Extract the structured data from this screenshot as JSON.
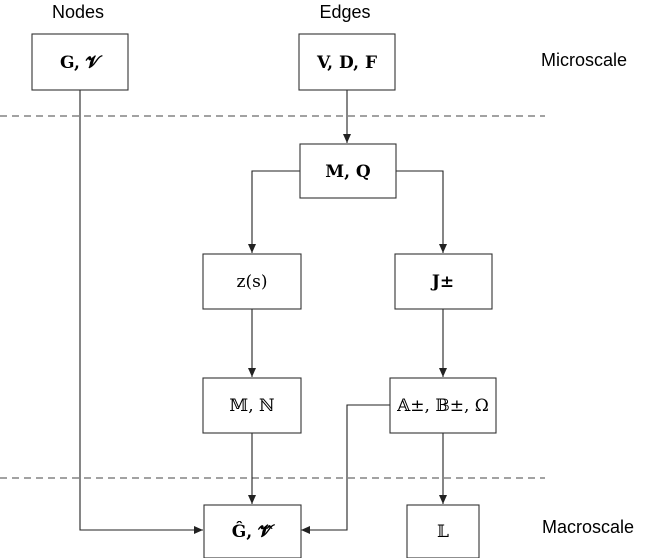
{
  "headers": {
    "nodes": "Nodes",
    "edges": "Edges"
  },
  "scales": {
    "micro": "Microscale",
    "macro": "Macroscale"
  },
  "boxes": {
    "g_v": "G, 𝓥",
    "v_d_f": "V, D, F",
    "m_q": "M, Q",
    "z_s": "z(s)",
    "j_pm": "J±",
    "mm_nn": "𝕄, ℕ",
    "a_b_omega": "𝔸±, 𝔹±, Ω",
    "ghat_vhat": "Ĝ, 𝓥̂",
    "ll": "𝕃"
  }
}
